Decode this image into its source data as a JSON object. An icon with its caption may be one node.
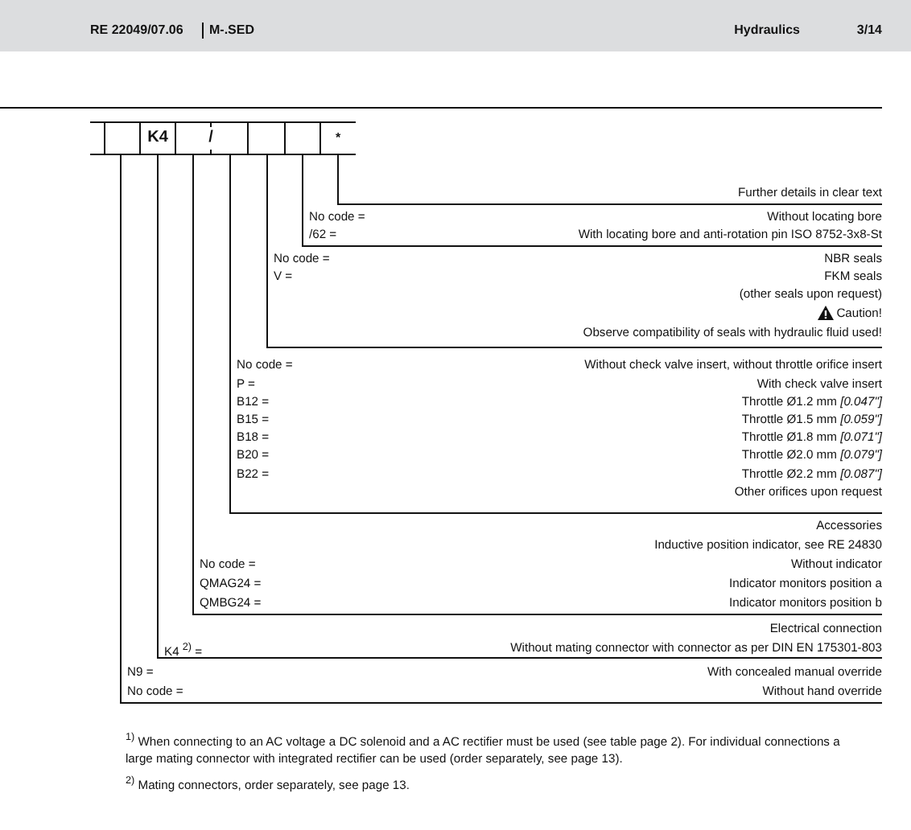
{
  "diagram": {
    "labels": [
      "RE 22049/07.06",
      "M-.SED",
      "Hydraulics",
      "3/14",
      "K4",
      "/",
      "*",
      "Further details in clear text",
      "No code =",
      "Without locating bore",
      "/62 =",
      "With locating bore and anti-rotation pin ISO 8752-3x8-St",
      "No code =",
      "NBR seals",
      "V =",
      "FKM seals",
      "(other seals upon request)",
      "Caution!",
      "Observe compatibility of seals with hydraulic fluid used!",
      "No code =",
      "Without check valve insert, without throttle orifice insert",
      "P =",
      "With check valve insert",
      "B12 =",
      "Throttle Ø1.2 mm *[0.047\"]*",
      "B15 =",
      "Throttle Ø1.5 mm *[0.059\"]*",
      "B18 =",
      "Throttle Ø1.8 mm *[0.071\"]*",
      "B20 =",
      "Throttle Ø2.0 mm *[0.079\"]*",
      "B22 =",
      "Throttle Ø2.2 mm *[0.087\"]*",
      "Other orifices upon request",
      "Accessories",
      "Inductive position indicator, see RE 24830",
      "No code =",
      "Without indicator",
      "QMAG24 =",
      "Indicator monitors position a",
      "QMBG24 =",
      "Indicator monitors position b",
      "Electrical connection",
      "K4 $^{2)}$ =",
      "Without mating connector with connector as per DIN EN 175301-803",
      "N9 =",
      "With concealed manual override",
      "No code =",
      "Without hand override",
      "$^{1)}$ When connecting to an AC voltage a DC solenoid and a AC rectifier must be used (see table page 2). For individual connections a large mating connector with integrated rectifier can be used (order separately, see page 13).",
      "$^{2)}$ Mating connectors, order separately, see page 13."
    ]
  }
}
